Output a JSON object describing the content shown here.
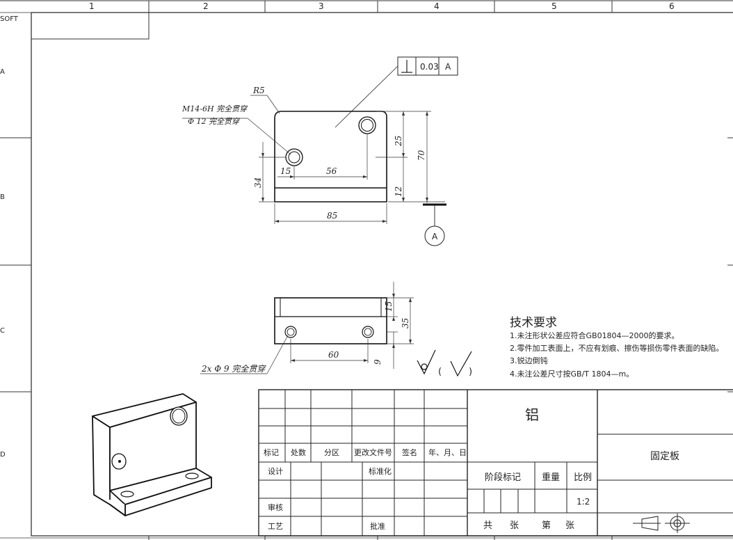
{
  "frame": {
    "top_columns": [
      "1",
      "2",
      "3",
      "4",
      "5",
      "6"
    ],
    "side_rows": [
      "A",
      "B",
      "C",
      "D"
    ],
    "corner_text": "SOFT"
  },
  "tolerance_frame": {
    "symbol": "perpendicularity-icon",
    "value": "0.03",
    "datum": "A"
  },
  "datum_label": "A",
  "front_view": {
    "radius": "R5",
    "thread_note": "M14-6H 完全贯穿",
    "hole_note": "Φ 12 完全贯穿",
    "dim_15": "15",
    "dim_56": "56",
    "dim_25": "25",
    "dim_12": "12",
    "dim_70": "70",
    "dim_34": "34",
    "dim_85": "85"
  },
  "top_view": {
    "dim_15": "15",
    "dim_35": "35",
    "dim_9": "9",
    "dim_60": "60",
    "hole_note": "2x Φ 9 完全贯穿"
  },
  "roughness": {
    "open_paren": "(",
    "close_paren": ")"
  },
  "tech_requirements": {
    "title": "技术要求",
    "items": [
      "1.未注形状公差应符合GB01804—2000的要求。",
      "2.零件加工表面上，不应有划痕、擦伤等损伤零件表面的缺陷。",
      "3.锐边倒钝",
      "4.未注公差尺寸按GB/T 1804—m。"
    ]
  },
  "title_block": {
    "material": "铝",
    "part_name": "固定板",
    "rev_headers": [
      "标记",
      "处数",
      "分区",
      "更改文件号",
      "签名",
      "年、月、日"
    ],
    "design": "设计",
    "standardize": "标准化",
    "review": "审核",
    "process": "工艺",
    "approve": "批准",
    "stage_mark": "阶段标记",
    "weight": "重量",
    "scale_label": "比例",
    "scale_value": "1:2",
    "sheets_total": "共",
    "sheets_unit": "张",
    "sheet_no": "第",
    "sheet_unit2": "张"
  }
}
